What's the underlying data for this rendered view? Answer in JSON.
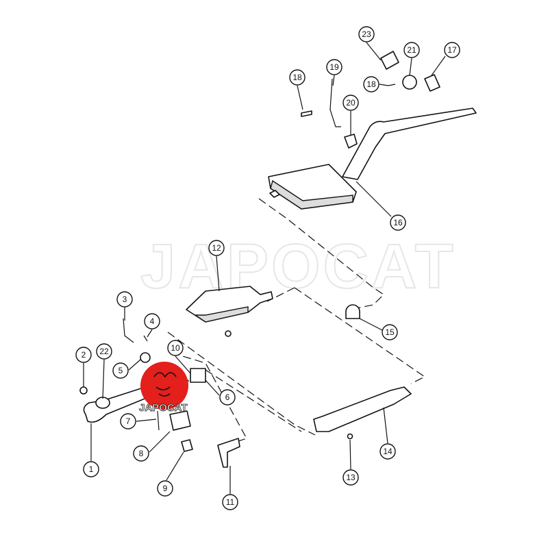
{
  "watermark": "JAPOCAT",
  "logo": {
    "text": "JAPOCAT",
    "color": "#e3201b"
  },
  "callouts": [
    {
      "label": "23",
      "part": "bracket"
    },
    {
      "label": "21",
      "part": "clamp"
    },
    {
      "label": "17",
      "part": "hanger"
    },
    {
      "label": "18",
      "part": "bolt"
    },
    {
      "label": "19",
      "part": "hanger-rod"
    },
    {
      "label": "18",
      "part": "bolt"
    },
    {
      "label": "20",
      "part": "rubber-insulator"
    },
    {
      "label": "16",
      "part": "muffler-tailpipe"
    },
    {
      "label": "12",
      "part": "catalytic-converter"
    },
    {
      "label": "3",
      "part": "bracket"
    },
    {
      "label": "4",
      "part": "bolt"
    },
    {
      "label": "15",
      "part": "clamp"
    },
    {
      "label": "2",
      "part": "nut"
    },
    {
      "label": "22",
      "part": "gasket"
    },
    {
      "label": "10",
      "part": "gasket"
    },
    {
      "label": "5",
      "part": "clamp"
    },
    {
      "label": "6",
      "part": "gasket"
    },
    {
      "label": "7",
      "part": "stud"
    },
    {
      "label": "8",
      "part": "bracket"
    },
    {
      "label": "14",
      "part": "resonator"
    },
    {
      "label": "1",
      "part": "front-pipe"
    },
    {
      "label": "13",
      "part": "nut"
    },
    {
      "label": "9",
      "part": "insulator"
    },
    {
      "label": "11",
      "part": "bracket"
    }
  ]
}
